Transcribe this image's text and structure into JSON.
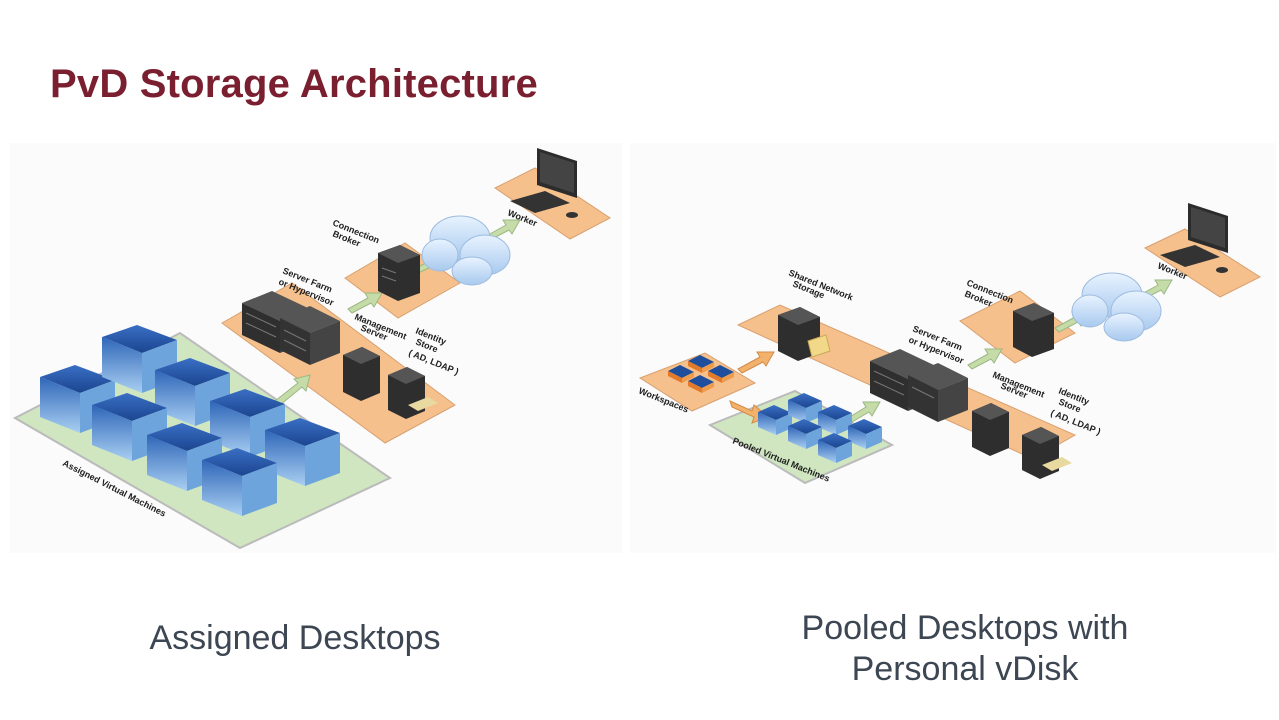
{
  "title": "PvD Storage Architecture",
  "left_diagram": {
    "caption": "Assigned Desktops",
    "labels": {
      "worker": "Worker",
      "connection_broker_1": "Connection",
      "connection_broker_2": "Broker",
      "server_farm_1": "Server Farm",
      "server_farm_2": "or Hypervisor",
      "management_1": "Management",
      "management_2": "Server",
      "identity_1": "Identity",
      "identity_2": "Store",
      "identity_3": "( AD, LDAP )",
      "vms": "Assigned Virtual Machines"
    }
  },
  "right_diagram": {
    "caption_line1": "Pooled Desktops with",
    "caption_line2": "Personal vDisk",
    "labels": {
      "worker": "Worker",
      "connection_broker_1": "Connection",
      "connection_broker_2": "Broker",
      "shared_storage_1": "Shared Network",
      "shared_storage_2": "Storage",
      "server_farm_1": "Server Farm",
      "server_farm_2": "or Hypervisor",
      "management_1": "Management",
      "management_2": "Server",
      "identity_1": "Identity",
      "identity_2": "Store",
      "identity_3": "( AD, LDAP )",
      "workspaces": "Workspaces",
      "vms": "Pooled Virtual Machines"
    }
  },
  "colors": {
    "title": "#7a1f2f",
    "caption": "#3d4653",
    "platform": "#f5c08c",
    "vm_platform": "#cfe6c0",
    "arrow": "#c5dca8",
    "vm_blue": "#1f4f9c",
    "server": "#3a3a3a"
  }
}
